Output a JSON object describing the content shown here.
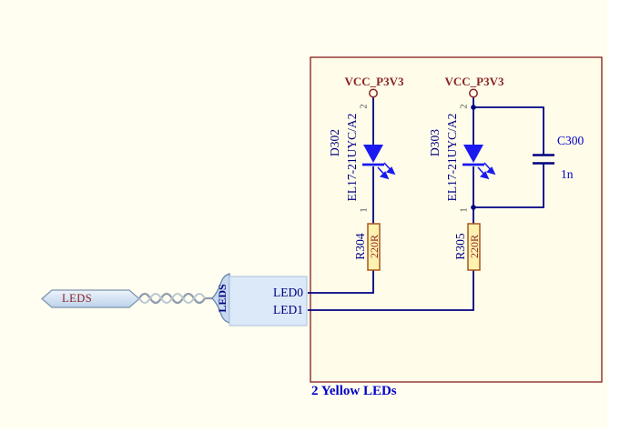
{
  "sheet": {
    "note": "2 Yellow LEDs"
  },
  "power": {
    "nets": [
      "VCC_P3V3",
      "VCC_P3V3"
    ]
  },
  "leds": [
    {
      "designator": "D302",
      "part": "EL17-21UYC/A2",
      "pin_top": "2",
      "pin_bottom": "1"
    },
    {
      "designator": "D303",
      "part": "EL17-21UYC/A2",
      "pin_top": "2",
      "pin_bottom": "1"
    }
  ],
  "resistors": [
    {
      "designator": "R304",
      "value": "220R"
    },
    {
      "designator": "R305",
      "value": "220R"
    }
  ],
  "capacitor": {
    "designator": "C300",
    "value": "1n"
  },
  "port": {
    "label": "LEDS"
  },
  "harness": {
    "label": "LEDS",
    "signals": [
      "LED0",
      "LED1"
    ]
  },
  "colors": {
    "sheet_background": "#FFFEF0",
    "box_border": "#7A0A0A",
    "wire": "#000082",
    "led_blue": "#1A1AF0",
    "power_text": "#8B2323",
    "designator_text": "#000080",
    "note_text": "#0000C8",
    "resistor_fill": "#FFF2B0",
    "resistor_border": "#A8561E",
    "harness_fill": "#DCE9F8"
  }
}
